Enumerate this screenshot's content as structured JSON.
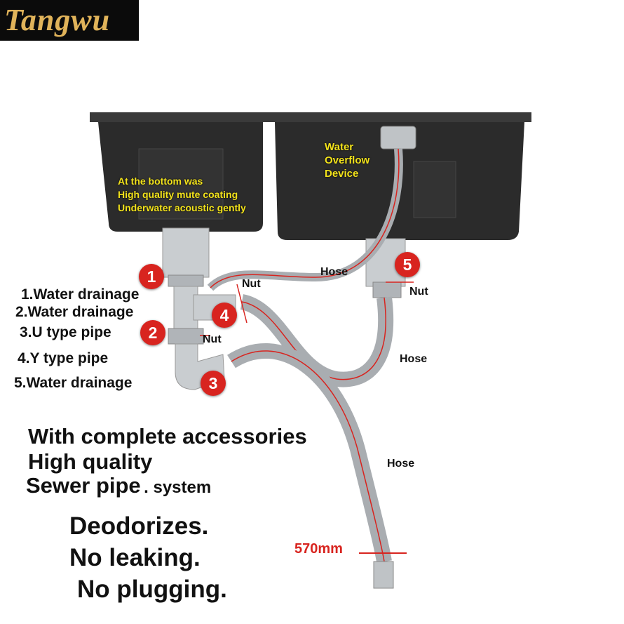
{
  "brand": {
    "logo_text": "Tangwu"
  },
  "overflow_label": [
    "Water",
    "Overflow",
    "Device"
  ],
  "coating_label": [
    "At the bottom was",
    "High quality mute coating",
    "Underwater acoustic gently"
  ],
  "markers": [
    "1",
    "2",
    "3",
    "4",
    "5"
  ],
  "callouts": {
    "nut": "Nut",
    "hose": "Hose"
  },
  "legend": [
    "1.Water drainage",
    "2.Water drainage",
    "3.U type pipe",
    "4.Y type pipe",
    "5.Water drainage"
  ],
  "features": {
    "line1": "With complete accessories",
    "line2": "High quality",
    "line3a": "Sewer pipe",
    "line3b": ". system"
  },
  "claims": [
    "Deodorizes.",
    "No leaking.",
    "No plugging."
  ],
  "dimension": "570mm",
  "colors": {
    "marker": "#d8241f",
    "label_yellow": "#f2e21b",
    "logo_gold": "#e0b35a",
    "sink": "#2b2b2b"
  }
}
